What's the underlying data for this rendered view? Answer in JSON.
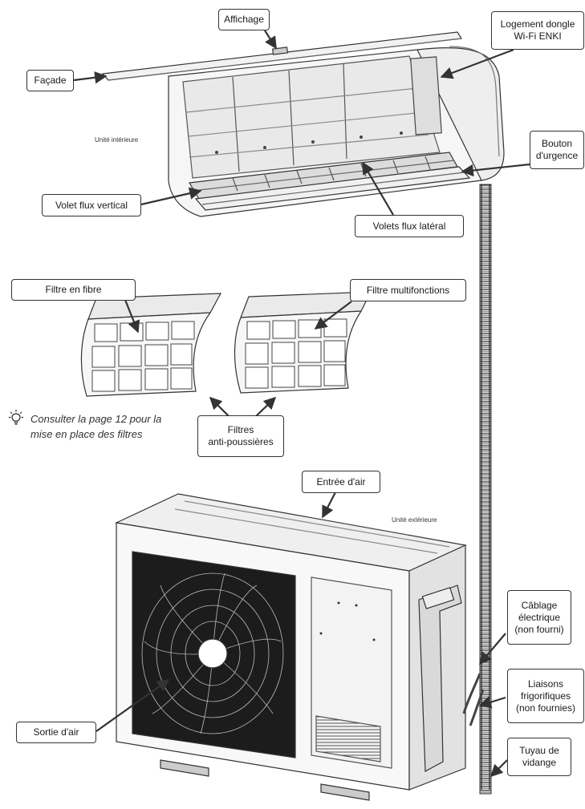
{
  "indoor_unit_label": "Unité intérieure",
  "outdoor_unit_label": "Unité extérieure",
  "callouts": {
    "affichage": "Affichage",
    "logement_line1": "Logement dongle",
    "logement_line2": "Wi-Fi ENKI",
    "facade": "Façade",
    "bouton_line1": "Bouton",
    "bouton_line2": "d'urgence",
    "volet_vertical": "Volet flux vertical",
    "volets_lateral": "Volets flux latéral",
    "filtre_fibre": "Filtre en fibre",
    "filtre_multi": "Filtre multifonctions",
    "filtres_line1": "Filtres",
    "filtres_line2": "anti-poussières",
    "entree_air": "Entrée d'air",
    "cablage_line1": "Câblage",
    "cablage_line2": "électrique",
    "cablage_line3": "(non fourni)",
    "liaisons_line1": "Liaisons",
    "liaisons_line2": "frigorifiques",
    "liaisons_line3": "(non fournies)",
    "sortie_air": "Sortie d'air",
    "tuyau_line1": "Tuyau de",
    "tuyau_line2": "vidange"
  },
  "note": {
    "line1": "Consulter la page 12 pour la",
    "line2": "mise en place des filtres"
  },
  "icons": {
    "note_icon": "lightbulb-icon"
  }
}
